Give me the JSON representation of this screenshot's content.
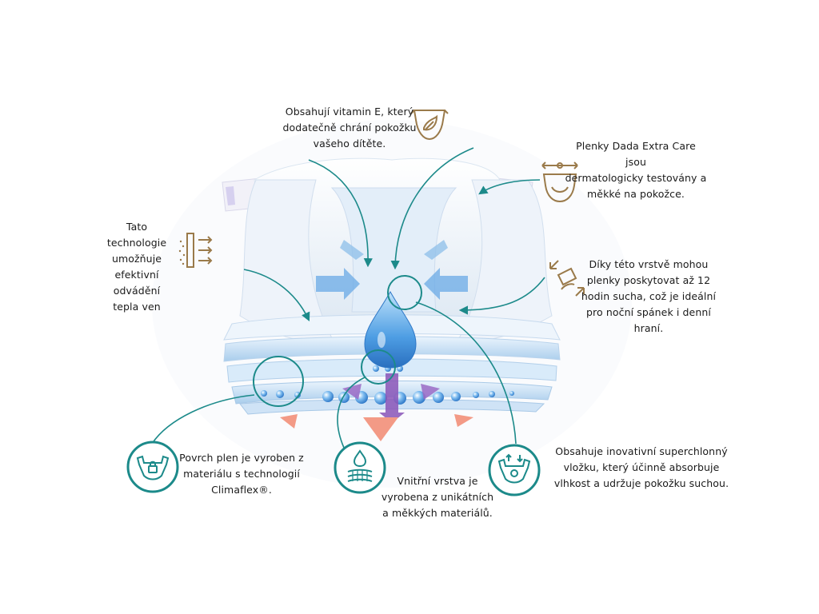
{
  "colors": {
    "teal": "#1c8a8a",
    "gold": "#9a7a4a",
    "text": "#1a1a1a",
    "diaper_blue": "#bcd9f0",
    "diaper_white": "#f4f8fc",
    "drop_blue": "#3f8fd8",
    "arrow_salmon": "#f39a86",
    "arrow_purple": "#8a55b8"
  },
  "callouts": {
    "vitamin_e": "Obsahují vitamin E, který\ndodatečně chrání pokožku\nvašeho dítěte.",
    "dermatologic": "Plenky Dada Extra Care jsou\ndermatologicky testovány a\nměkké na pokožce.",
    "heat": "Tato\ntechnologie\numožňuje\nefektivní\nodvádění\ntepla ven",
    "dry": "Díky této vrstvě mohou\nplenky poskytovat až 12\nhodin sucha, což je ideální\npro noční spánek i denní\nhraní.",
    "climaflex": "Povrch plen je vyroben z\nmateriálu s technologií\nClimaflex®.",
    "inner_layer": "Vnitřní vrstva je\nvyrobena z unikátních\na měkkých materiálů.",
    "superabsorbent": "Obsahuje inovativní superchlonný\nvložku, který účinně absorbuje\nvlhkost a udržuje pokožku suchou."
  },
  "icons": {
    "vitamin": "diaper-leaf-icon",
    "dermatologic": "diaper-measure-icon",
    "heat": "heat-transfer-icon",
    "dry": "dry-moisture-icon",
    "climaflex": "diaper-lock-icon",
    "inner": "water-drop-layers-icon",
    "absorbent": "diaper-absorb-icon"
  }
}
